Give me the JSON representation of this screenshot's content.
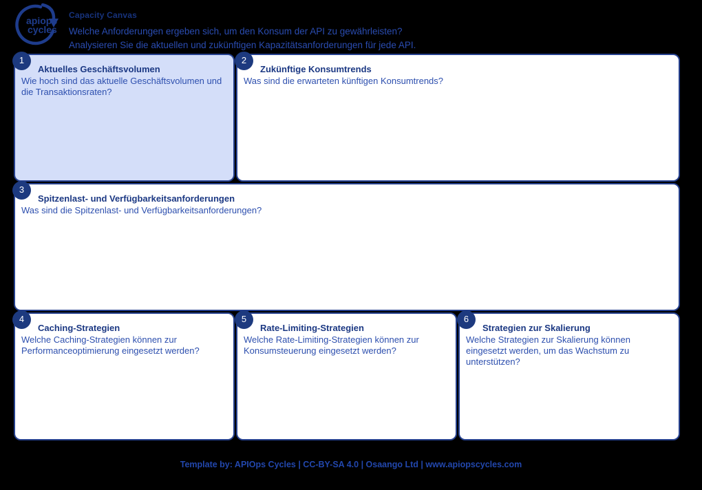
{
  "header": {
    "logo": {
      "line1": "apiops",
      "line2": "cycles"
    },
    "title": "Capacity Canvas",
    "subtitle1": "Welche Anforderungen ergeben sich, um den Konsum der API zu gewährleisten?",
    "subtitle2": "Analysieren Sie die aktuellen und zukünftigen Kapazitätsanforderungen für jede API."
  },
  "sections": [
    {
      "number": "1",
      "title": "Aktuelles Geschäftsvolumen",
      "question": "Wie hoch sind das aktuelle Geschäftsvolumen und die Transaktionsraten?",
      "highlighted": true
    },
    {
      "number": "2",
      "title": "Zukünftige Konsumtrends",
      "question": "Was sind die erwarteten künftigen Konsumtrends?",
      "highlighted": false
    },
    {
      "number": "3",
      "title": "Spitzenlast- und Verfügbarkeitsanforderungen",
      "question": "Was sind die Spitzenlast- und Verfügbarkeitsanforderungen?",
      "highlighted": false
    },
    {
      "number": "4",
      "title": "Caching-Strategien",
      "question": "Welche Caching-Strategien können zur Performanceoptimierung eingesetzt werden?",
      "highlighted": false
    },
    {
      "number": "5",
      "title": "Rate-Limiting-Strategien",
      "question": "Welche Rate-Limiting-Strategien können zur Konsumsteuerung eingesetzt werden?",
      "highlighted": false
    },
    {
      "number": "6",
      "title": "Strategien zur Skalierung",
      "question": "Welche Strategien zur Skalierung können eingesetzt werden, um das Wachstum zu unterstützen?",
      "highlighted": false
    }
  ],
  "footer": {
    "text": "Template by: APIOps Cycles | CC-BY-SA 4.0 | Osaango Ltd | www.apiopscycles.com"
  },
  "colors": {
    "background": "#000000",
    "border_navy": "#26418f",
    "badge_navy": "#1d3a7f",
    "highlight_fill": "#d4def9",
    "title_navy": "#1b3883",
    "body_blue": "#2d4fae",
    "header_blue": "#2a4cb1",
    "footer_blue": "#2247ad"
  }
}
